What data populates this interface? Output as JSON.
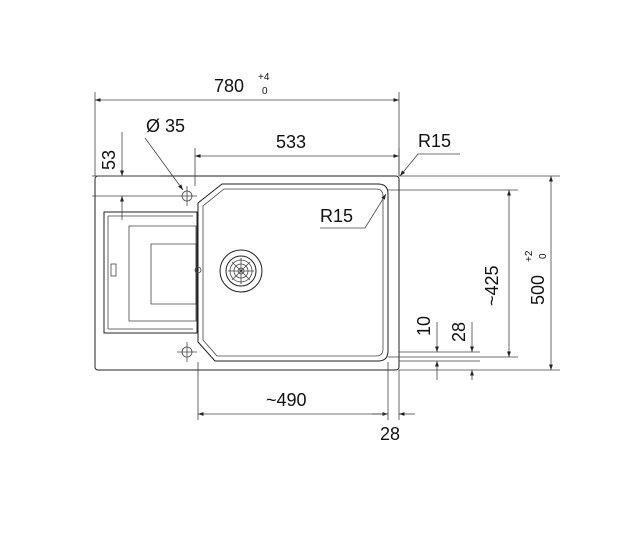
{
  "dimensions": {
    "overall_width": {
      "value": "780",
      "tol_upper": "+4",
      "tol_lower": "0"
    },
    "overall_depth": {
      "value": "500",
      "tol_upper": "+2",
      "tol_lower": "0"
    },
    "tap_hole_diameter": "Ø 35",
    "tap_hole_offset": "53",
    "bowl_width_top": "533",
    "corner_radius_outer": "R15",
    "corner_radius_bowl": "R15",
    "bowl_depth": "~425",
    "bowl_width": "~490",
    "edge_right": "28",
    "edge_bottom_10": "10",
    "edge_bottom_28": "28"
  },
  "colors": {
    "line": "#222222",
    "background": "#ffffff"
  }
}
